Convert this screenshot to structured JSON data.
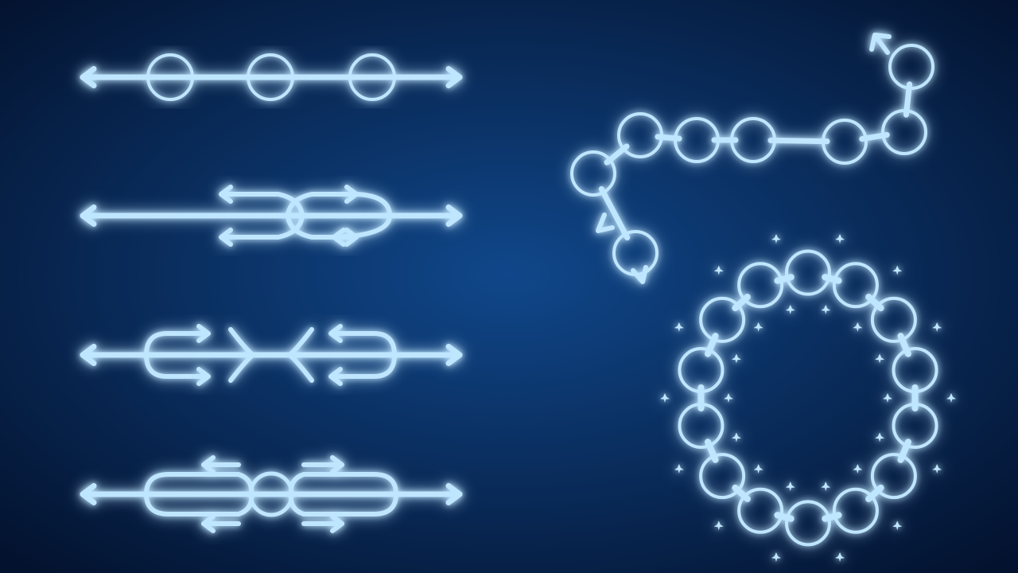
{
  "colors": {
    "background_center": "#10478a",
    "background_edge": "#03122e",
    "stroke": "#bfe6ff",
    "glow": "#5ab8ff"
  },
  "ornaments": [
    {
      "name": "linear-chain-three-links",
      "icon": "chain-links-icon"
    },
    {
      "name": "double-arrow-loop-divider",
      "icon": "loop-arrows-icon"
    },
    {
      "name": "arrowhead-swirl-divider",
      "icon": "swirl-arrows-icon"
    },
    {
      "name": "double-loop-divider-with-center-circle",
      "icon": "loop-circle-icon"
    },
    {
      "name": "bent-chain-with-arrows",
      "icon": "chain-path-icon"
    },
    {
      "name": "circular-chain-wreath",
      "icon": "chain-wreath-icon"
    }
  ]
}
